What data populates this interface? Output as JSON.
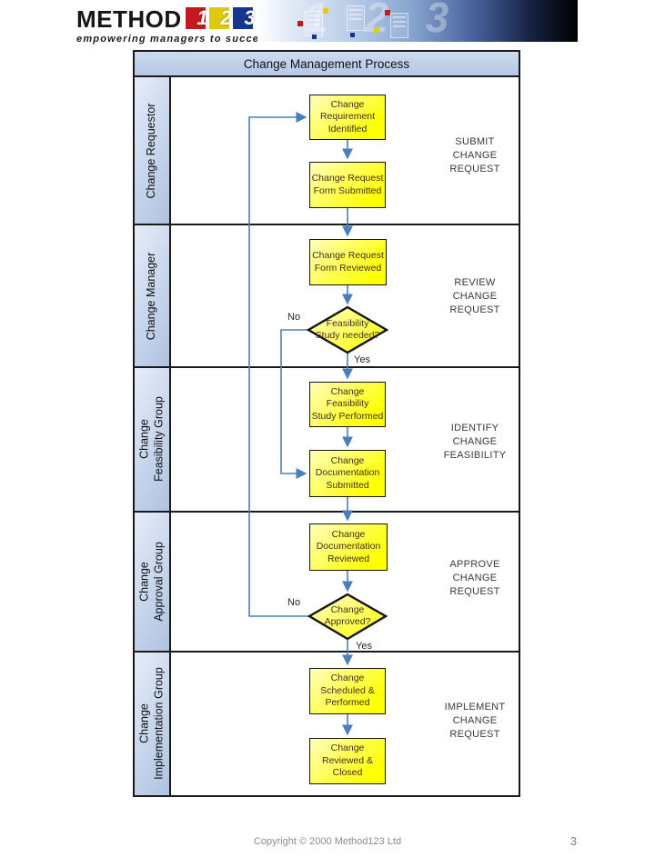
{
  "header": {
    "brand": "METHOD",
    "digits": [
      "1",
      "2",
      "3"
    ],
    "tagline": "empowering managers to succeed",
    "banner_digits": "1 2 3"
  },
  "chart": {
    "title": "Change Management Process",
    "lanes": [
      {
        "label": "Change Requestor",
        "phase": "SUBMIT\nCHANGE\nREQUEST"
      },
      {
        "label": "Change Manager",
        "phase": "REVIEW\nCHANGE\nREQUEST"
      },
      {
        "label": "Change\nFeasibility Group",
        "phase": "IDENTIFY\nCHANGE\nFEASIBILITY"
      },
      {
        "label": "Change\nApproval Group",
        "phase": "APPROVE\nCHANGE\nREQUEST"
      },
      {
        "label": "Change\nImplementation Group",
        "phase": "IMPLEMENT\nCHANGE\nREQUEST"
      }
    ],
    "nodes": [
      {
        "id": "change-requirement-identified",
        "type": "process",
        "label": "Change\nRequirement\nIdentified"
      },
      {
        "id": "change-request-form-submitted",
        "type": "process",
        "label": "Change Request\nForm Submitted"
      },
      {
        "id": "change-request-form-reviewed",
        "type": "process",
        "label": "Change Request\nForm Reviewed"
      },
      {
        "id": "feasibility-study-needed",
        "type": "decision",
        "label": "Feasibility\nStudy needed?"
      },
      {
        "id": "change-feasibility-study-performed",
        "type": "process",
        "label": "Change Feasibility\nStudy Performed"
      },
      {
        "id": "change-documentation-submitted",
        "type": "process",
        "label": "Change\nDocumentation\nSubmitted"
      },
      {
        "id": "change-documentation-reviewed",
        "type": "process",
        "label": "Change\nDocumentation\nReviewed"
      },
      {
        "id": "change-approved",
        "type": "decision",
        "label": "Change\nApproved?"
      },
      {
        "id": "change-scheduled-performed",
        "type": "process",
        "label": "Change\nScheduled &\nPerformed"
      },
      {
        "id": "change-reviewed-closed",
        "type": "process",
        "label": "Change\nReviewed &\nClosed"
      }
    ],
    "edge_labels": {
      "yes": "Yes",
      "no": "No"
    },
    "colors": {
      "connector": "#4a7ebc",
      "node_fill": "#ffff00",
      "lane_fill": "#c6d5ec",
      "border": "#1a1a1a"
    }
  },
  "footer": {
    "copyright": "Copyright © 2000 Method123 Ltd",
    "page_number": "3"
  }
}
